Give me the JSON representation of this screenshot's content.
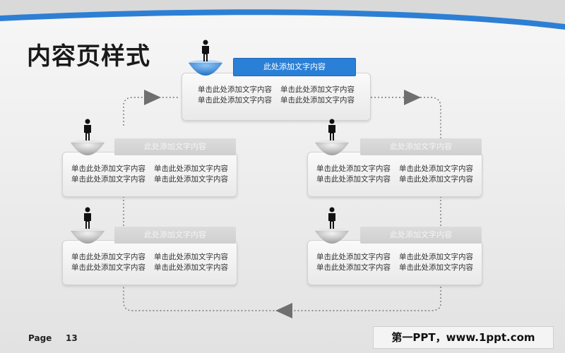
{
  "slide": {
    "title": "内容页样式",
    "page_label": "Page",
    "page_number": "13",
    "brand": "第一PPT，www.1ppt.com"
  },
  "nodes": [
    {
      "label": "此处添加文字内容",
      "lines": [
        [
          "单击此处添加文字内容",
          "单击此处添加文字内容"
        ],
        [
          "单击此处添加文字内容",
          "单击此处添加文字内容"
        ]
      ]
    },
    {
      "label": "此处添加文字内容",
      "lines": [
        [
          "单击此处添加文字内容",
          "单击此处添加文字内容"
        ],
        [
          "单击此处添加文字内容",
          "单击此处添加文字内容"
        ]
      ]
    },
    {
      "label": "此处添加文字内容",
      "lines": [
        [
          "单击此处添加文字内容",
          "单击此处添加文字内容"
        ],
        [
          "单击此处添加文字内容",
          "单击此处添加文字内容"
        ]
      ]
    },
    {
      "label": "此处添加文字内容",
      "lines": [
        [
          "单击此处添加文字内容",
          "单击此处添加文字内容"
        ],
        [
          "单击此处添加文字内容",
          "单击此处添加文字内容"
        ]
      ]
    },
    {
      "label": "此处添加文字内容",
      "lines": [
        [
          "单击此处添加文字内容",
          "单击此处添加文字内容"
        ],
        [
          "单击此处添加文字内容",
          "单击此处添加文字内容"
        ]
      ]
    }
  ],
  "colors": {
    "accent": "#2a7fd6",
    "label_gray": "#d4d4d4",
    "arrow": "#6f6f6f",
    "connector": "#777777"
  }
}
